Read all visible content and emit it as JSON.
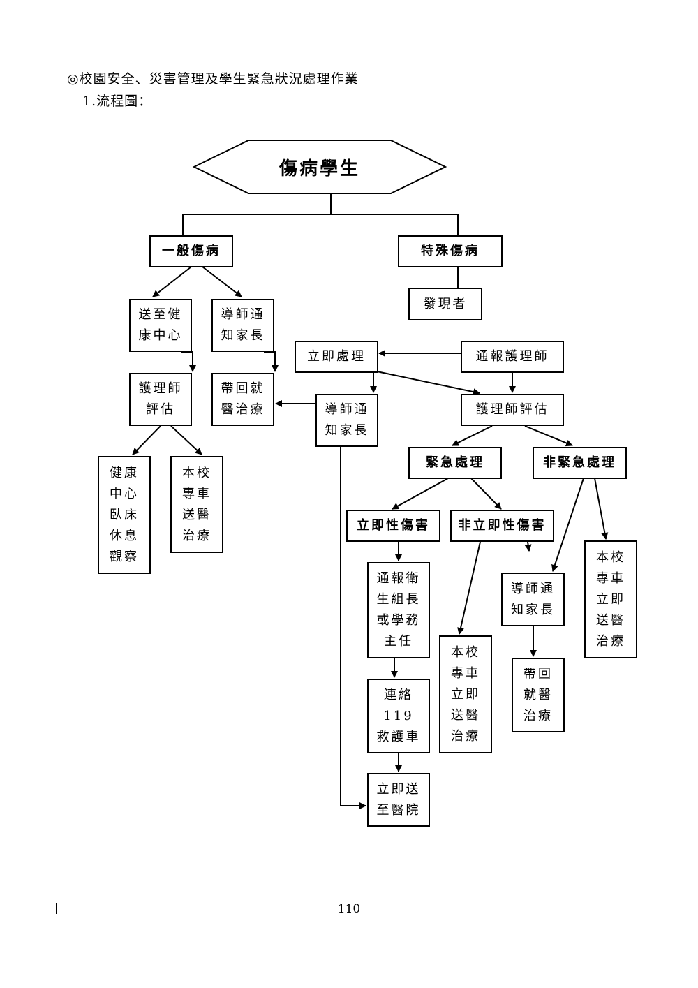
{
  "header": {
    "section_title": "◎校園安全、災害管理及學生緊急狀況處理作業",
    "subtitle": "1.流程圖："
  },
  "flowchart": {
    "root": "傷病學生",
    "general_injury": "一般傷病",
    "special_injury": "特殊傷病",
    "send_health_center": "送至健\n康中心",
    "tutor_notify_parent_general": "導師通\n知家長",
    "nurse_assess_general": "護理師\n評估",
    "take_home_treatment": "帶回就\n醫治療",
    "health_center_rest": "健康\n中心\n臥床\n休息\n觀察",
    "school_car_hospital_general": "本校\n專車\n送醫\n治療",
    "discoverer": "發現者",
    "immediate_handling": "立即處理",
    "report_nurse": "通報護理師",
    "tutor_notify_parent_special": "導師通\n知家長",
    "nurse_assess_special": "護理師評估",
    "emergency_handling": "緊急處理",
    "non_emergency_handling": "非緊急處理",
    "immediate_harm": "立即性傷害",
    "non_immediate_harm": "非立即性傷害",
    "report_health_director": "通報衛\n生組長\n或學務\n主任",
    "call_119": "連絡\n119\n救護車",
    "send_to_hospital": "立即送\n至醫院",
    "school_car_immediate_nonimmediate": "本校\n專車\n立即\n送醫\n治療",
    "tutor_notify_parent_nonimmediate": "導師通\n知家長",
    "take_home_nonimmediate": "帶回\n就醫\n治療",
    "school_car_immediate_nonemergency": "本校\n專車\n立即\n送醫\n治療"
  },
  "footer": {
    "page_number": "110"
  }
}
